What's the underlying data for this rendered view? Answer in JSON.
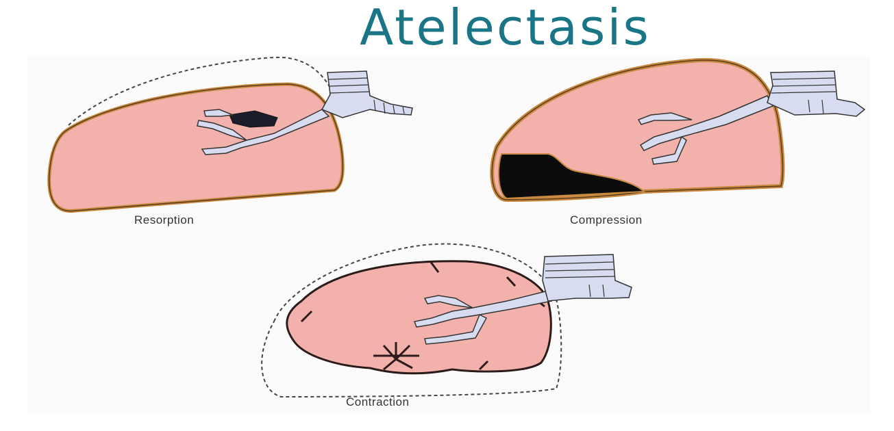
{
  "title": "Atelectasis",
  "panels": [
    {
      "id": "resorption",
      "caption": "Resorption"
    },
    {
      "id": "compression",
      "caption": "Compression"
    },
    {
      "id": "contraction",
      "caption": "Contraction"
    }
  ],
  "colors": {
    "title": "#1a7687",
    "lung_fill": "#f2b1ab",
    "lung_border": "#c8893e",
    "airway": "#d8dcf1",
    "dark": "#111111"
  }
}
